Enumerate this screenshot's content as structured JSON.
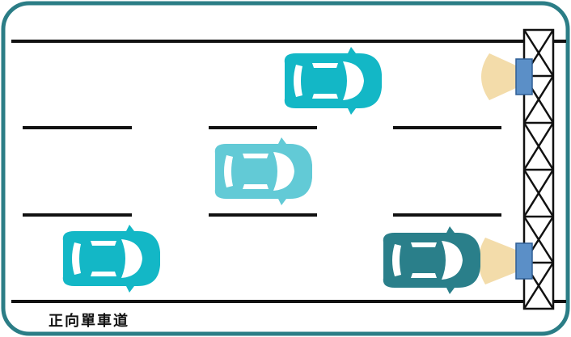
{
  "diagram": {
    "caption": "正向單車道",
    "elements": [
      {
        "name": "road-boundary-top",
        "kind": "road edge line"
      },
      {
        "name": "road-boundary-bottom",
        "kind": "road edge line"
      },
      {
        "name": "lane-divider-upper",
        "kind": "dashed lane marking"
      },
      {
        "name": "lane-divider-lower",
        "kind": "dashed lane marking"
      },
      {
        "name": "gantry-truss",
        "kind": "overhead gantry structure"
      },
      {
        "name": "roadside-sensor-top",
        "kind": "sensor with detection beam"
      },
      {
        "name": "roadside-sensor-bottom",
        "kind": "sensor with detection beam"
      },
      {
        "name": "car-lane1",
        "kind": "car"
      },
      {
        "name": "car-lane2",
        "kind": "car"
      },
      {
        "name": "car-lane3-left",
        "kind": "car"
      },
      {
        "name": "car-lane3-right",
        "kind": "car"
      }
    ],
    "colors": {
      "frame": "#2b7d86",
      "road_lines": "#111111",
      "car_cyan": "#13b7c6",
      "car_light": "#62cad6",
      "car_dark": "#2a7f8a",
      "sensor": "#5b8fc7",
      "beam": "#f3dcaa",
      "windshield": "#ffffff"
    }
  }
}
